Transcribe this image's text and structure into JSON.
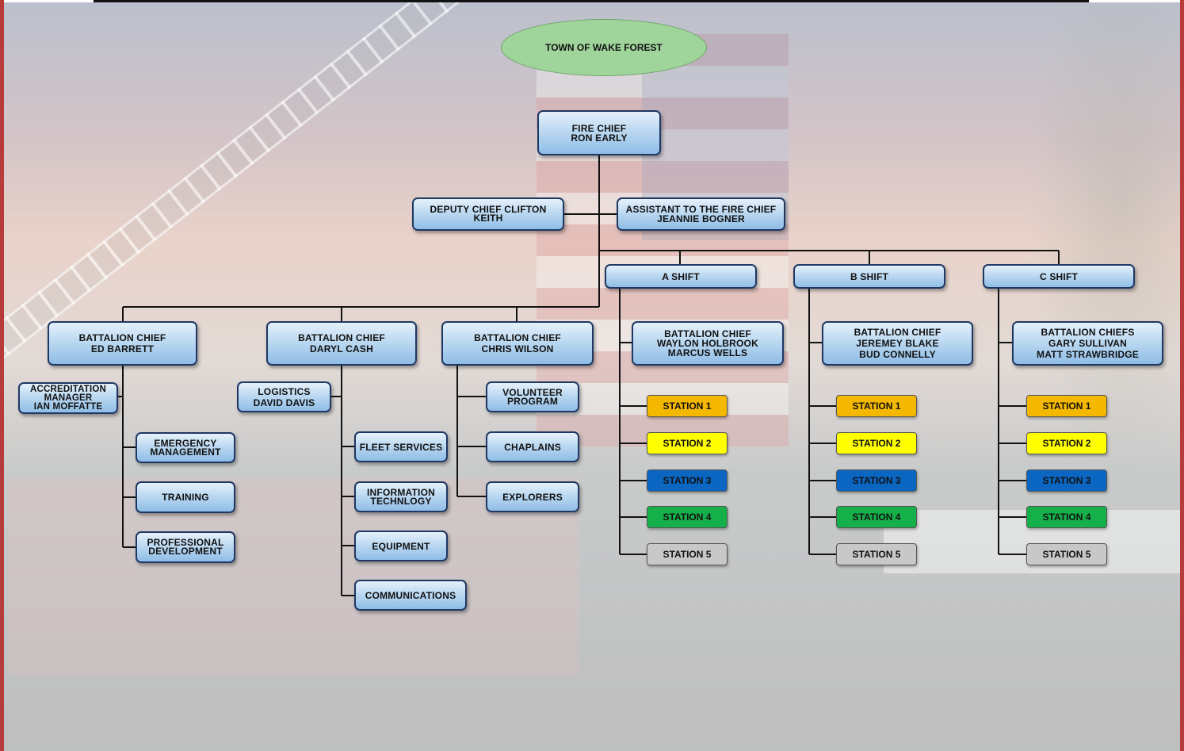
{
  "colors": {
    "station_1": "#f5b800",
    "station_2": "#ffff00",
    "station_3": "#0b66c2",
    "station_4": "#16b04a",
    "station_5": "#c8c8c8",
    "node_border": "#1f3763",
    "oval_fill": "#9fd49a"
  },
  "top": {
    "label": "TOWN OF WAKE FOREST"
  },
  "fire_chief": {
    "label": "FIRE CHIEF\nRON EARLY"
  },
  "deputy": {
    "label": "DEPUTY CHIEF CLIFTON\nKEITH"
  },
  "assistant": {
    "label": "ASSISTANT TO THE FIRE CHIEF\nJEANNIE BOGNER"
  },
  "shifts": {
    "a": {
      "label": "A SHIFT"
    },
    "b": {
      "label": "B SHIFT"
    },
    "c": {
      "label": "C SHIFT"
    }
  },
  "battalion": {
    "barrett": {
      "label": "BATTALION CHIEF\nED BARRETT"
    },
    "cash": {
      "label": "BATTALION CHIEF\nDARYL CASH"
    },
    "wilson": {
      "label": "BATTALION CHIEF\nCHRIS WILSON"
    },
    "a_shift": {
      "label": "BATTALION CHIEF\nWAYLON HOLBROOK\nMARCUS WELLS"
    },
    "b_shift": {
      "label": "BATTALION CHIEF\nJEREMEY BLAKE\nBUD CONNELLY"
    },
    "c_shift": {
      "label": "BATTALION CHIEFS\nGARY SULLIVAN\nMATT STRAWBRIDGE"
    }
  },
  "barrett_units": {
    "accreditation": "ACCREDITATION\nMANAGER\nIAN MOFFATTE",
    "emergency": "EMERGENCY\nMANAGEMENT",
    "training": "TRAINING",
    "professional": "PROFESSIONAL\nDEVELOPMENT"
  },
  "cash_units": {
    "logistics": "LOGISTICS\nDAVID DAVIS",
    "fleet": "FLEET SERVICES",
    "it": "INFORMATION\nTECHNLOGY",
    "equipment": "EQUIPMENT",
    "communications": "COMMUNICATIONS"
  },
  "wilson_units": {
    "volunteer": "VOLUNTEER\nPROGRAM",
    "chaplains": "CHAPLAINS",
    "explorers": "EXPLORERS"
  },
  "stations": [
    "STATION 1",
    "STATION 2",
    "STATION 3",
    "STATION 4",
    "STATION 5"
  ]
}
